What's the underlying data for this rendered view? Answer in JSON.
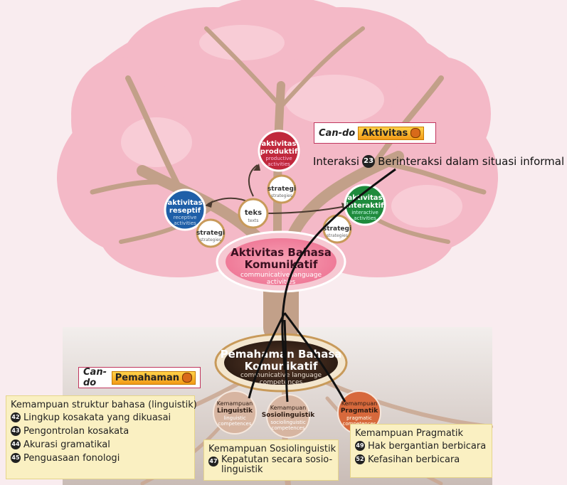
{
  "nodes": {
    "productive": {
      "title": "aktivitas\nproduktif",
      "sub": "productive\nactivities"
    },
    "receptive": {
      "title": "aktivitas\nreseptif",
      "sub": "receptive\nactivities"
    },
    "interactive": {
      "title": "aktivitas\ninteraktif",
      "sub": "interactive\nactivities"
    },
    "texts": {
      "title": "teks",
      "sub": "texts"
    },
    "strategy": {
      "title": "strategi",
      "sub": "strategies"
    },
    "activities_main": {
      "title": "Aktivitas Bahasa\nKomunikatif",
      "sub": "communicative language\nactivities"
    },
    "competences_main": {
      "title": "Pemahaman Bahasa\nKomunikatif",
      "sub": "communicative language\ncompetences"
    },
    "linguistic": {
      "title": "Kemampuan\nLinguistik",
      "sub": "linguistic\ncompetences"
    },
    "sociolinguistic": {
      "title": "Kemampuan\nSosiolinguistik",
      "sub": "sociolinguistic\ncompetences"
    },
    "pragmatic": {
      "title": "Kemampuan\nPragmatik",
      "sub": "pragmatic\ncompetences"
    }
  },
  "cando_activities": {
    "prefix": "Can-do",
    "label": "Aktivitas"
  },
  "cando_competences": {
    "prefix": "Can-do",
    "label": "Pemahaman"
  },
  "interaction": {
    "label": "Interaksi",
    "num": "23",
    "text": "Berinteraksi dalam situasi informal"
  },
  "box_linguistic": {
    "title": "Kemampuan struktur bahasa (linguistik)",
    "items": [
      {
        "num": "42",
        "text": "Lingkup kosakata yang dikuasai"
      },
      {
        "num": "43",
        "text": "Pengontrolan kosakata"
      },
      {
        "num": "44",
        "text": "Akurasi gramatikal"
      },
      {
        "num": "45",
        "text": "Penguasaan fonologi"
      }
    ]
  },
  "box_sociolinguistic": {
    "title": "Kemampuan Sosiolinguistik",
    "items": [
      {
        "num": "47",
        "text": "Kepatutan secara sosio-\nlinguistik"
      }
    ]
  },
  "box_pragmatic": {
    "title": "Kemampuan Pragmatik",
    "items": [
      {
        "num": "49",
        "text": "Hak bergantian berbicara"
      },
      {
        "num": "52",
        "text": "Kefasihan berbicara"
      }
    ]
  },
  "colors": {
    "productive": "#c0283c",
    "receptive": "#1f5fa8",
    "interactive": "#1e8a3c",
    "trunk": "#c2a089",
    "blossom": "#f3b6c4",
    "ground": "#e7e0dd"
  }
}
